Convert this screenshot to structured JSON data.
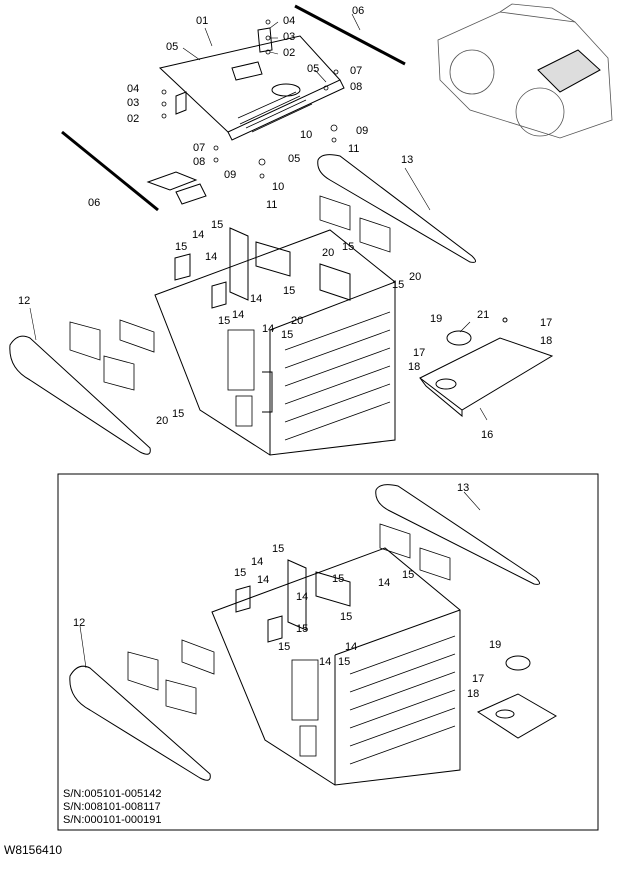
{
  "callouts": [
    {
      "text": "01"
    },
    {
      "text": "05"
    },
    {
      "text": "04"
    },
    {
      "text": "03"
    },
    {
      "text": "02"
    },
    {
      "text": "06"
    },
    {
      "text": "05"
    },
    {
      "text": "07"
    },
    {
      "text": "08"
    },
    {
      "text": "04"
    },
    {
      "text": "03"
    },
    {
      "text": "02"
    },
    {
      "text": "10"
    },
    {
      "text": "09"
    },
    {
      "text": "11"
    },
    {
      "text": "07"
    },
    {
      "text": "08"
    },
    {
      "text": "05"
    },
    {
      "text": "09"
    },
    {
      "text": "10"
    },
    {
      "text": "11"
    },
    {
      "text": "06"
    },
    {
      "text": "13"
    },
    {
      "text": "15"
    },
    {
      "text": "14"
    },
    {
      "text": "15"
    },
    {
      "text": "14"
    },
    {
      "text": "20"
    },
    {
      "text": "15"
    },
    {
      "text": "20"
    },
    {
      "text": "15"
    },
    {
      "text": "15"
    },
    {
      "text": "14"
    },
    {
      "text": "14"
    },
    {
      "text": "15"
    },
    {
      "text": "14"
    },
    {
      "text": "15"
    },
    {
      "text": "20"
    },
    {
      "text": "12"
    },
    {
      "text": "19"
    },
    {
      "text": "21"
    },
    {
      "text": "17"
    },
    {
      "text": "18"
    },
    {
      "text": "17"
    },
    {
      "text": "18"
    },
    {
      "text": "16"
    },
    {
      "text": "20"
    },
    {
      "text": "15"
    },
    {
      "text": "13"
    },
    {
      "text": "15"
    },
    {
      "text": "14"
    },
    {
      "text": "15"
    },
    {
      "text": "14"
    },
    {
      "text": "14"
    },
    {
      "text": "15"
    },
    {
      "text": "12"
    },
    {
      "text": "14"
    },
    {
      "text": "15"
    },
    {
      "text": "15"
    },
    {
      "text": "14"
    },
    {
      "text": "15"
    },
    {
      "text": "15"
    },
    {
      "text": "14"
    },
    {
      "text": "15"
    },
    {
      "text": "19"
    },
    {
      "text": "17"
    },
    {
      "text": "18"
    }
  ],
  "serial_numbers": [
    "S/N:005101-005142",
    "S/N:008101-008117",
    "S/N:000101-000191"
  ],
  "figure_id": "W8156410"
}
